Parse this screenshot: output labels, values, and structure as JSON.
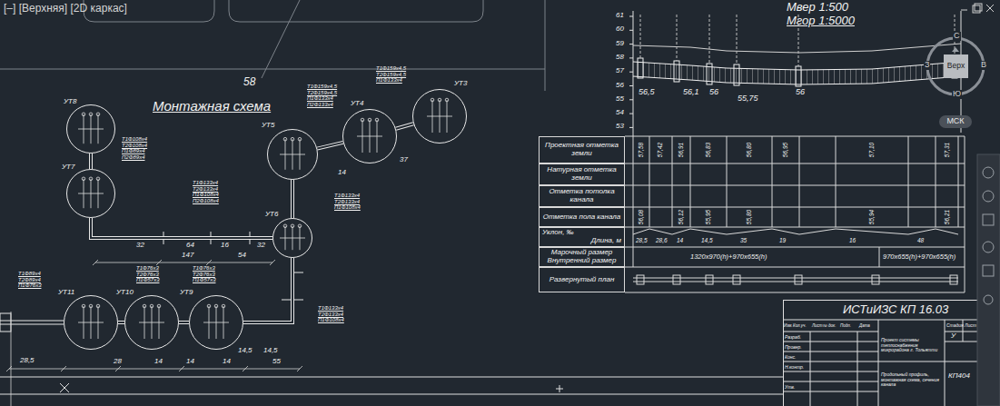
{
  "diagram": {
    "nodes": [
      {
        "text": [
          "УТ8"
        ]
      },
      {
        "text": [
          "УТ7"
        ]
      },
      {
        "text": [
          "УТ6"
        ]
      },
      {
        "text": [
          "УТ5"
        ]
      },
      {
        "text": [
          "УТ4"
        ]
      },
      {
        "text": [
          "УТ3"
        ]
      },
      {
        "text": [
          "УТ11"
        ]
      },
      {
        "text": [
          "УТ10"
        ]
      },
      {
        "text": [
          "УТ9"
        ]
      },
      {
        "text": [
          "Проектная отметка земли"
        ]
      },
      {
        "text": [
          "Натурная отметка земли"
        ]
      },
      {
        "text": [
          "Отметка потолка канала"
        ]
      },
      {
        "text": [
          "Отметка пола канала"
        ]
      },
      {
        "text": [
          "Уклон, ‰",
          "Длина, м"
        ]
      },
      {
        "text": [
          "Марочный размер",
          "Внутренний размер"
        ]
      },
      {
        "text": [
          "Развернутый план"
        ]
      },
      {
        "text": [
          "Верх"
        ]
      },
      {
        "text": [
          "МСК"
        ]
      }
    ],
    "edges": [
      {
        "from": 0,
        "to": 1,
        "arrow": "none"
      },
      {
        "from": 1,
        "to": 2,
        "arrow": "none"
      },
      {
        "from": 2,
        "to": 3,
        "arrow": "none"
      },
      {
        "from": 3,
        "to": 4,
        "arrow": "none"
      },
      {
        "from": 4,
        "to": 5,
        "arrow": "none"
      },
      {
        "from": 6,
        "to": 7,
        "arrow": "none"
      },
      {
        "from": 7,
        "to": 8,
        "arrow": "none"
      },
      {
        "from": 8,
        "to": 2,
        "arrow": "none"
      }
    ],
    "labels": [
      "[–] [Верхняя] [2D каркас]",
      "58",
      "Монтажная схема",
      "Мвер 1:500",
      "Мгор 1:5000",
      "61",
      "60",
      "59",
      "58",
      "57",
      "56",
      "55",
      "54",
      "53",
      "56,5",
      "56,1",
      "56",
      "55,75",
      "56",
      "1320х970(h)+970х655(h)",
      "970х655(h)+970х655(h)",
      "57,58",
      "57,42",
      "56,91",
      "56,83",
      "56,80",
      "56,95",
      "57,10",
      "57,31",
      "56,08",
      "56,12",
      "55,95",
      "55,80",
      "55,94",
      "56,21",
      "28,5",
      "28,6",
      "14",
      "14,5",
      "35",
      "19",
      "16",
      "48",
      "32",
      "64",
      "16",
      "32",
      "147",
      "54",
      "28,5",
      "28",
      "14",
      "14",
      "14",
      "14,5",
      "14,5",
      "55",
      "37",
      "14",
      "Т1Ф108х4 Т2Ф108х4 П1Ф89х4 П2Ф89х4",
      "Т1Ф133х4 Т2Ф133х4 П1Ф108х4 П2Ф108х4",
      "Т1Ф89х4 Т2Ф89х4 П1Ф76х3",
      "Т1Ф76х3 Т2Ф76х3 П1Ф57х3",
      "Т1Ф76х3 Т2Ф76х3 П1Ф57х3",
      "Т1Ф159х4,5 Т2Ф159х4,5 П1Ф133х4 П2Ф133х4",
      "Т1Ф159х4,5 Т2Ф159х4,5 П1Ф133х4",
      "Т1Ф133х4 Т2Ф133х4 П1Ф108х4",
      "Т1Ф133х4 Т2Ф133х4 П1Ф108х4",
      "С",
      "В",
      "Ю",
      "З",
      "ИСТиИЗС КП 16.03",
      "Стадия",
      "Лист",
      "У",
      "КП404",
      "Изм.",
      "Кол.уч.",
      "Лист",
      "№ док.",
      "Подп.",
      "Дата",
      "Разраб.",
      "Провер.",
      "Конс.",
      "Н.контр.",
      "Утв.",
      "Проект системы теплоснабжения микрорайона г. Тольятти",
      "Продольный профиль, монтажная схема, сечения канала"
    ]
  }
}
